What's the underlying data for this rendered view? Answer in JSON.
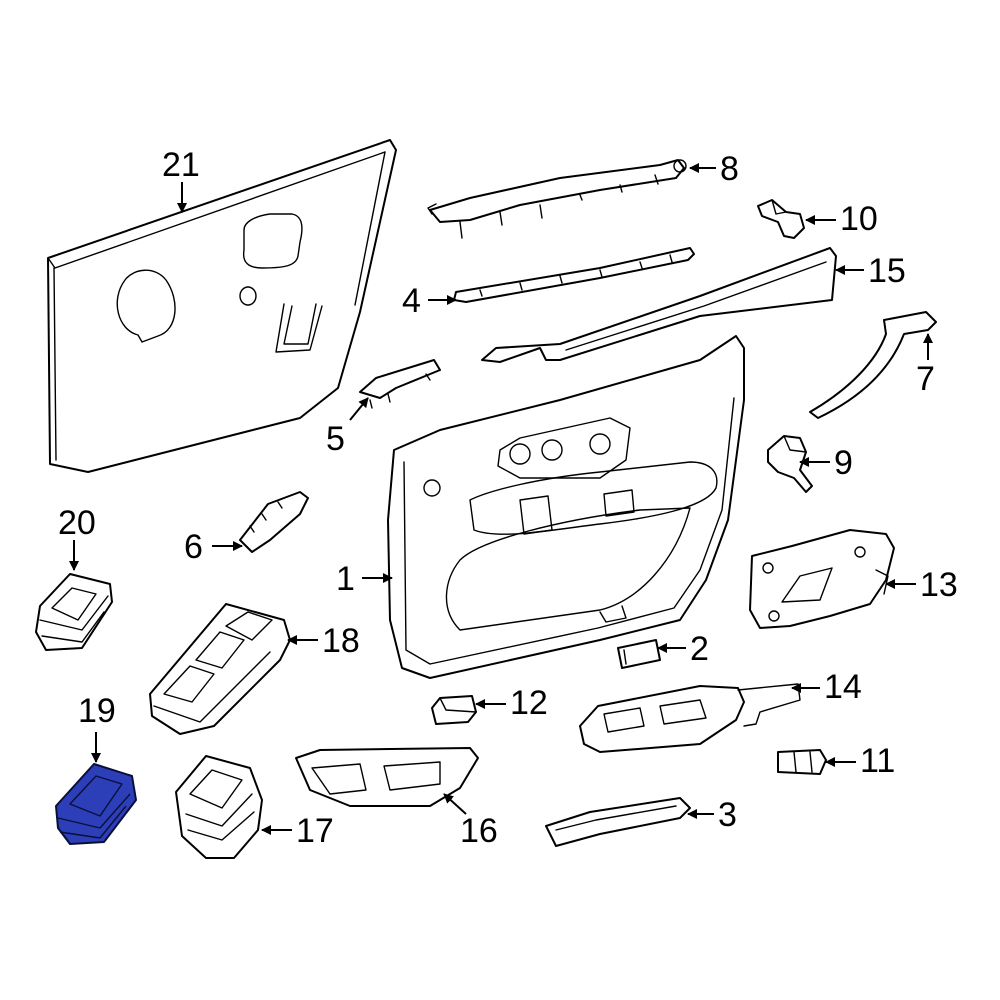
{
  "diagram": {
    "highlight_color": "#2c3fb8",
    "callouts": [
      {
        "id": "c1",
        "label": "1"
      },
      {
        "id": "c2",
        "label": "2"
      },
      {
        "id": "c3",
        "label": "3"
      },
      {
        "id": "c4",
        "label": "4"
      },
      {
        "id": "c5",
        "label": "5"
      },
      {
        "id": "c6",
        "label": "6"
      },
      {
        "id": "c7",
        "label": "7"
      },
      {
        "id": "c8",
        "label": "8"
      },
      {
        "id": "c9",
        "label": "9"
      },
      {
        "id": "c10",
        "label": "10"
      },
      {
        "id": "c11",
        "label": "11"
      },
      {
        "id": "c12",
        "label": "12"
      },
      {
        "id": "c13",
        "label": "13"
      },
      {
        "id": "c14",
        "label": "14"
      },
      {
        "id": "c15",
        "label": "15"
      },
      {
        "id": "c16",
        "label": "16"
      },
      {
        "id": "c17",
        "label": "17"
      },
      {
        "id": "c18",
        "label": "18"
      },
      {
        "id": "c19",
        "label": "19"
      },
      {
        "id": "c20",
        "label": "20"
      },
      {
        "id": "c21",
        "label": "21"
      }
    ],
    "highlighted_part": "19"
  }
}
